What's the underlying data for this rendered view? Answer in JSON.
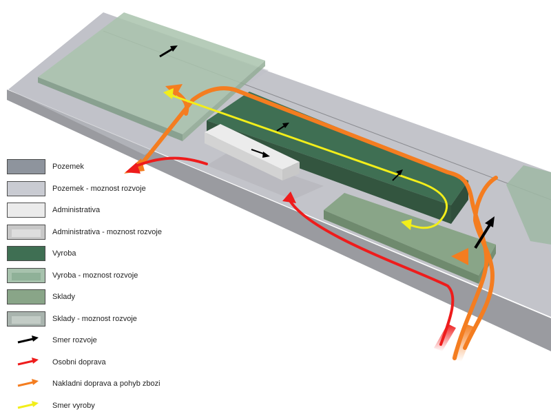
{
  "legend": {
    "items": [
      {
        "label": "Pozemek",
        "kind": "swatch",
        "fill": "#8e949d",
        "inner": ""
      },
      {
        "label": "Pozemek - moznost rozvoje",
        "kind": "swatch",
        "fill": "#c9cbd2",
        "inner": ""
      },
      {
        "label": "Administrativa",
        "kind": "swatch",
        "fill": "#ebebeb",
        "inner": ""
      },
      {
        "label": "Administrativa - moznost rozvoje",
        "kind": "swatch",
        "fill": "#c8c8c8",
        "inner": "#dddddd"
      },
      {
        "label": "Vyroba",
        "kind": "swatch",
        "fill": "#3f6f53",
        "inner": ""
      },
      {
        "label": "Vyroba - moznost rozvoje",
        "kind": "swatch",
        "fill": "#a7c2ad",
        "inner": "#8fb198"
      },
      {
        "label": "Sklady",
        "kind": "swatch",
        "fill": "#89a588",
        "inner": ""
      },
      {
        "label": "Sklady - moznost rozvoje",
        "kind": "swatch",
        "fill": "#a9b4ae",
        "inner": "#c3ccc6"
      },
      {
        "label": "Smer rozvoje",
        "kind": "arrow",
        "fill": "#000000"
      },
      {
        "label": "Osobni doprava",
        "kind": "arrow",
        "fill": "#ee1c1c"
      },
      {
        "label": "Nakladni doprava a pohyb zbozi",
        "kind": "arrow",
        "fill": "#f47d20"
      },
      {
        "label": "Smer vyroby",
        "kind": "arrow",
        "fill": "#f2ee1a"
      }
    ]
  },
  "colors": {
    "plot_top": "#c7c8ce",
    "plot_side": "#a2a3a8",
    "plot_shadow": "#8d8e93",
    "production": "#3f6f53",
    "storage": "#89a588",
    "storage_dev": "#9fb8a5",
    "admin": "#f2f2f2",
    "personal_traffic": "#ee1c1c",
    "freight_traffic": "#f47d20",
    "production_flow": "#f2ee1a",
    "development_arrow": "#000000"
  }
}
